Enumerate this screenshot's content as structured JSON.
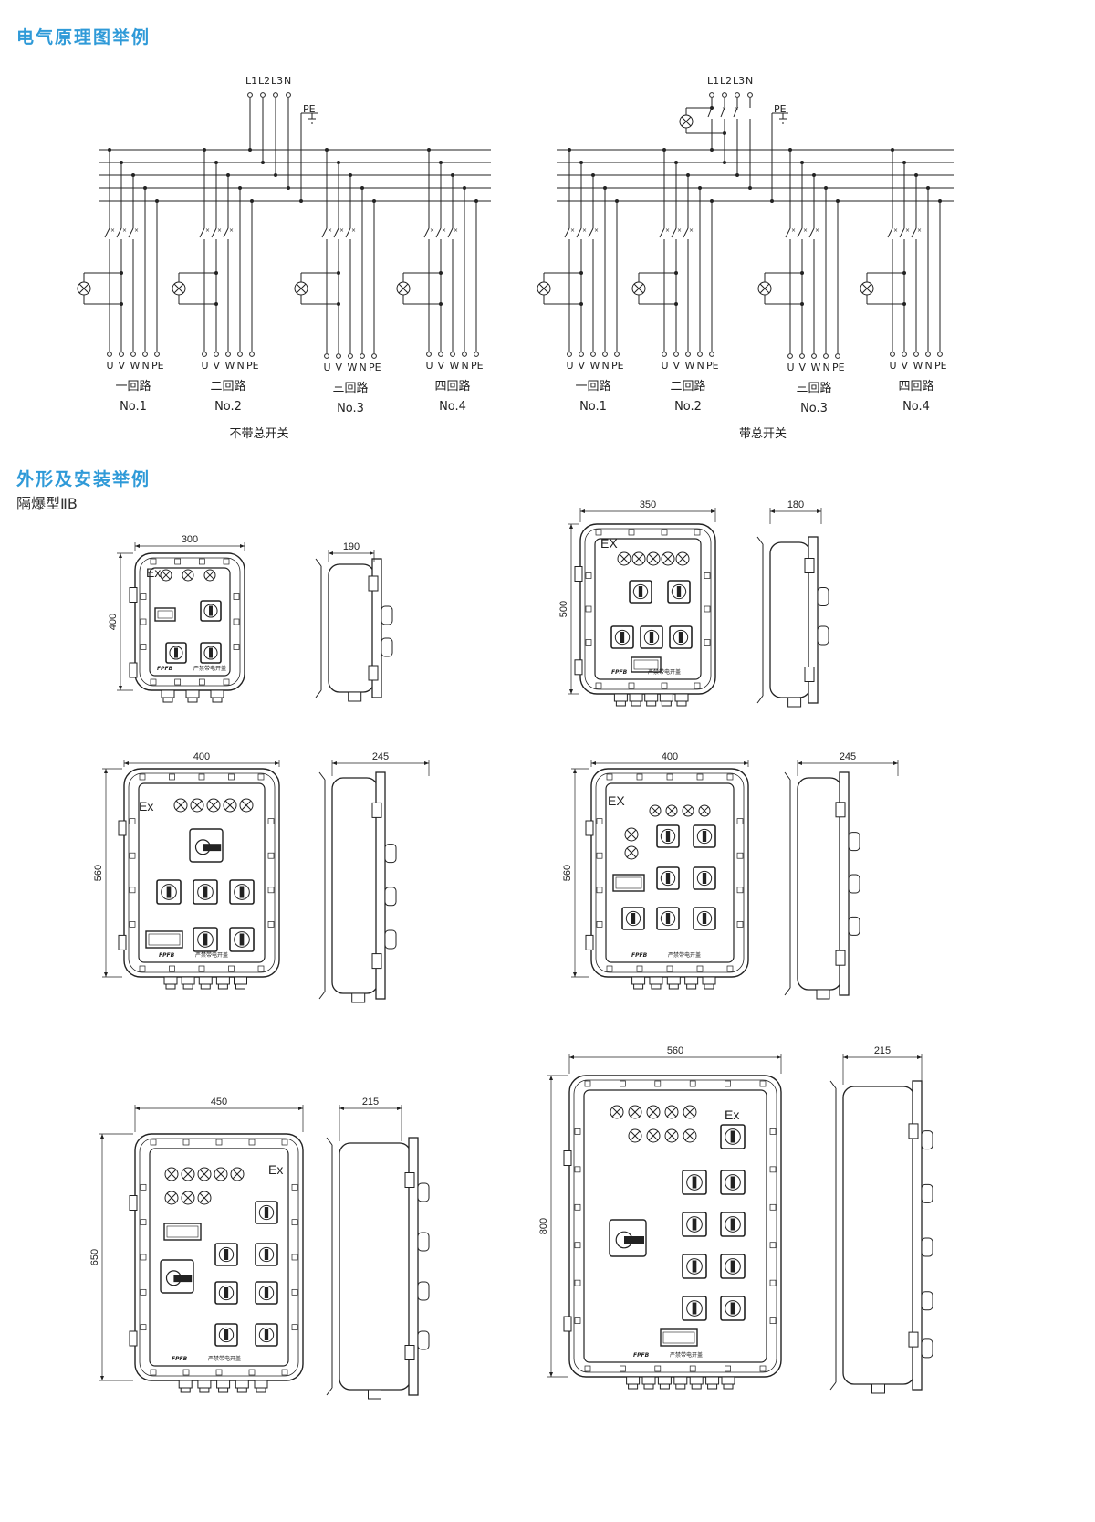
{
  "sections": {
    "schematic_title": "电气原理图举例",
    "outline_title": "外形及安装举例",
    "outline_subtitle": "隔爆型ⅡB"
  },
  "schematics": [
    {
      "caption": "不带总开关",
      "supply_labels": [
        "L1",
        "L2",
        "L3",
        "N"
      ],
      "pe_label": "PE",
      "circuits": [
        {
          "name": "一回路",
          "no": "No.1",
          "terminals": [
            "U",
            "V",
            "W",
            "N",
            "PE"
          ]
        },
        {
          "name": "二回路",
          "no": "No.2",
          "terminals": [
            "U",
            "V",
            "W",
            "N",
            "PE"
          ]
        },
        {
          "name": "三回路",
          "no": "No.3",
          "terminals": [
            "U",
            "V",
            "W",
            "N",
            "PE"
          ]
        },
        {
          "name": "四回路",
          "no": "No.4",
          "terminals": [
            "U",
            "V",
            "W",
            "N",
            "PE"
          ]
        }
      ]
    },
    {
      "caption": "带总开关",
      "supply_labels": [
        "L1",
        "L2",
        "L3",
        "N"
      ],
      "pe_label": "PE",
      "circuits": [
        {
          "name": "一回路",
          "no": "No.1",
          "terminals": [
            "U",
            "V",
            "W",
            "N",
            "PE"
          ]
        },
        {
          "name": "二回路",
          "no": "No.2",
          "terminals": [
            "U",
            "V",
            "W",
            "N",
            "PE"
          ]
        },
        {
          "name": "三回路",
          "no": "No.3",
          "terminals": [
            "U",
            "V",
            "W",
            "N",
            "PE"
          ]
        },
        {
          "name": "四回路",
          "no": "No.4",
          "terminals": [
            "U",
            "V",
            "W",
            "N",
            "PE"
          ]
        }
      ]
    }
  ],
  "enclosures": [
    {
      "width": "300",
      "height": "400",
      "depth": "190",
      "ex": "Ex",
      "brand": "FPFB",
      "note": "严禁带电开盖"
    },
    {
      "width": "350",
      "height": "500",
      "depth": "180",
      "ex": "EX",
      "brand": "FPFB",
      "note": "严禁带电开盖"
    },
    {
      "width": "400",
      "height": "560",
      "depth": "245",
      "ex": "Ex",
      "brand": "FPFB",
      "note": "严禁带电开盖"
    },
    {
      "width": "400",
      "height": "560",
      "depth": "245",
      "ex": "EX",
      "brand": "FPFB",
      "note": "严禁带电开盖"
    },
    {
      "width": "450",
      "height": "650",
      "depth": "215",
      "ex": "Ex",
      "brand": "FPFB",
      "note": "严禁带电开盖"
    },
    {
      "width": "560",
      "height": "800",
      "depth": "215",
      "ex": "Ex",
      "brand": "FPFB",
      "note": "严禁带电开盖"
    }
  ]
}
